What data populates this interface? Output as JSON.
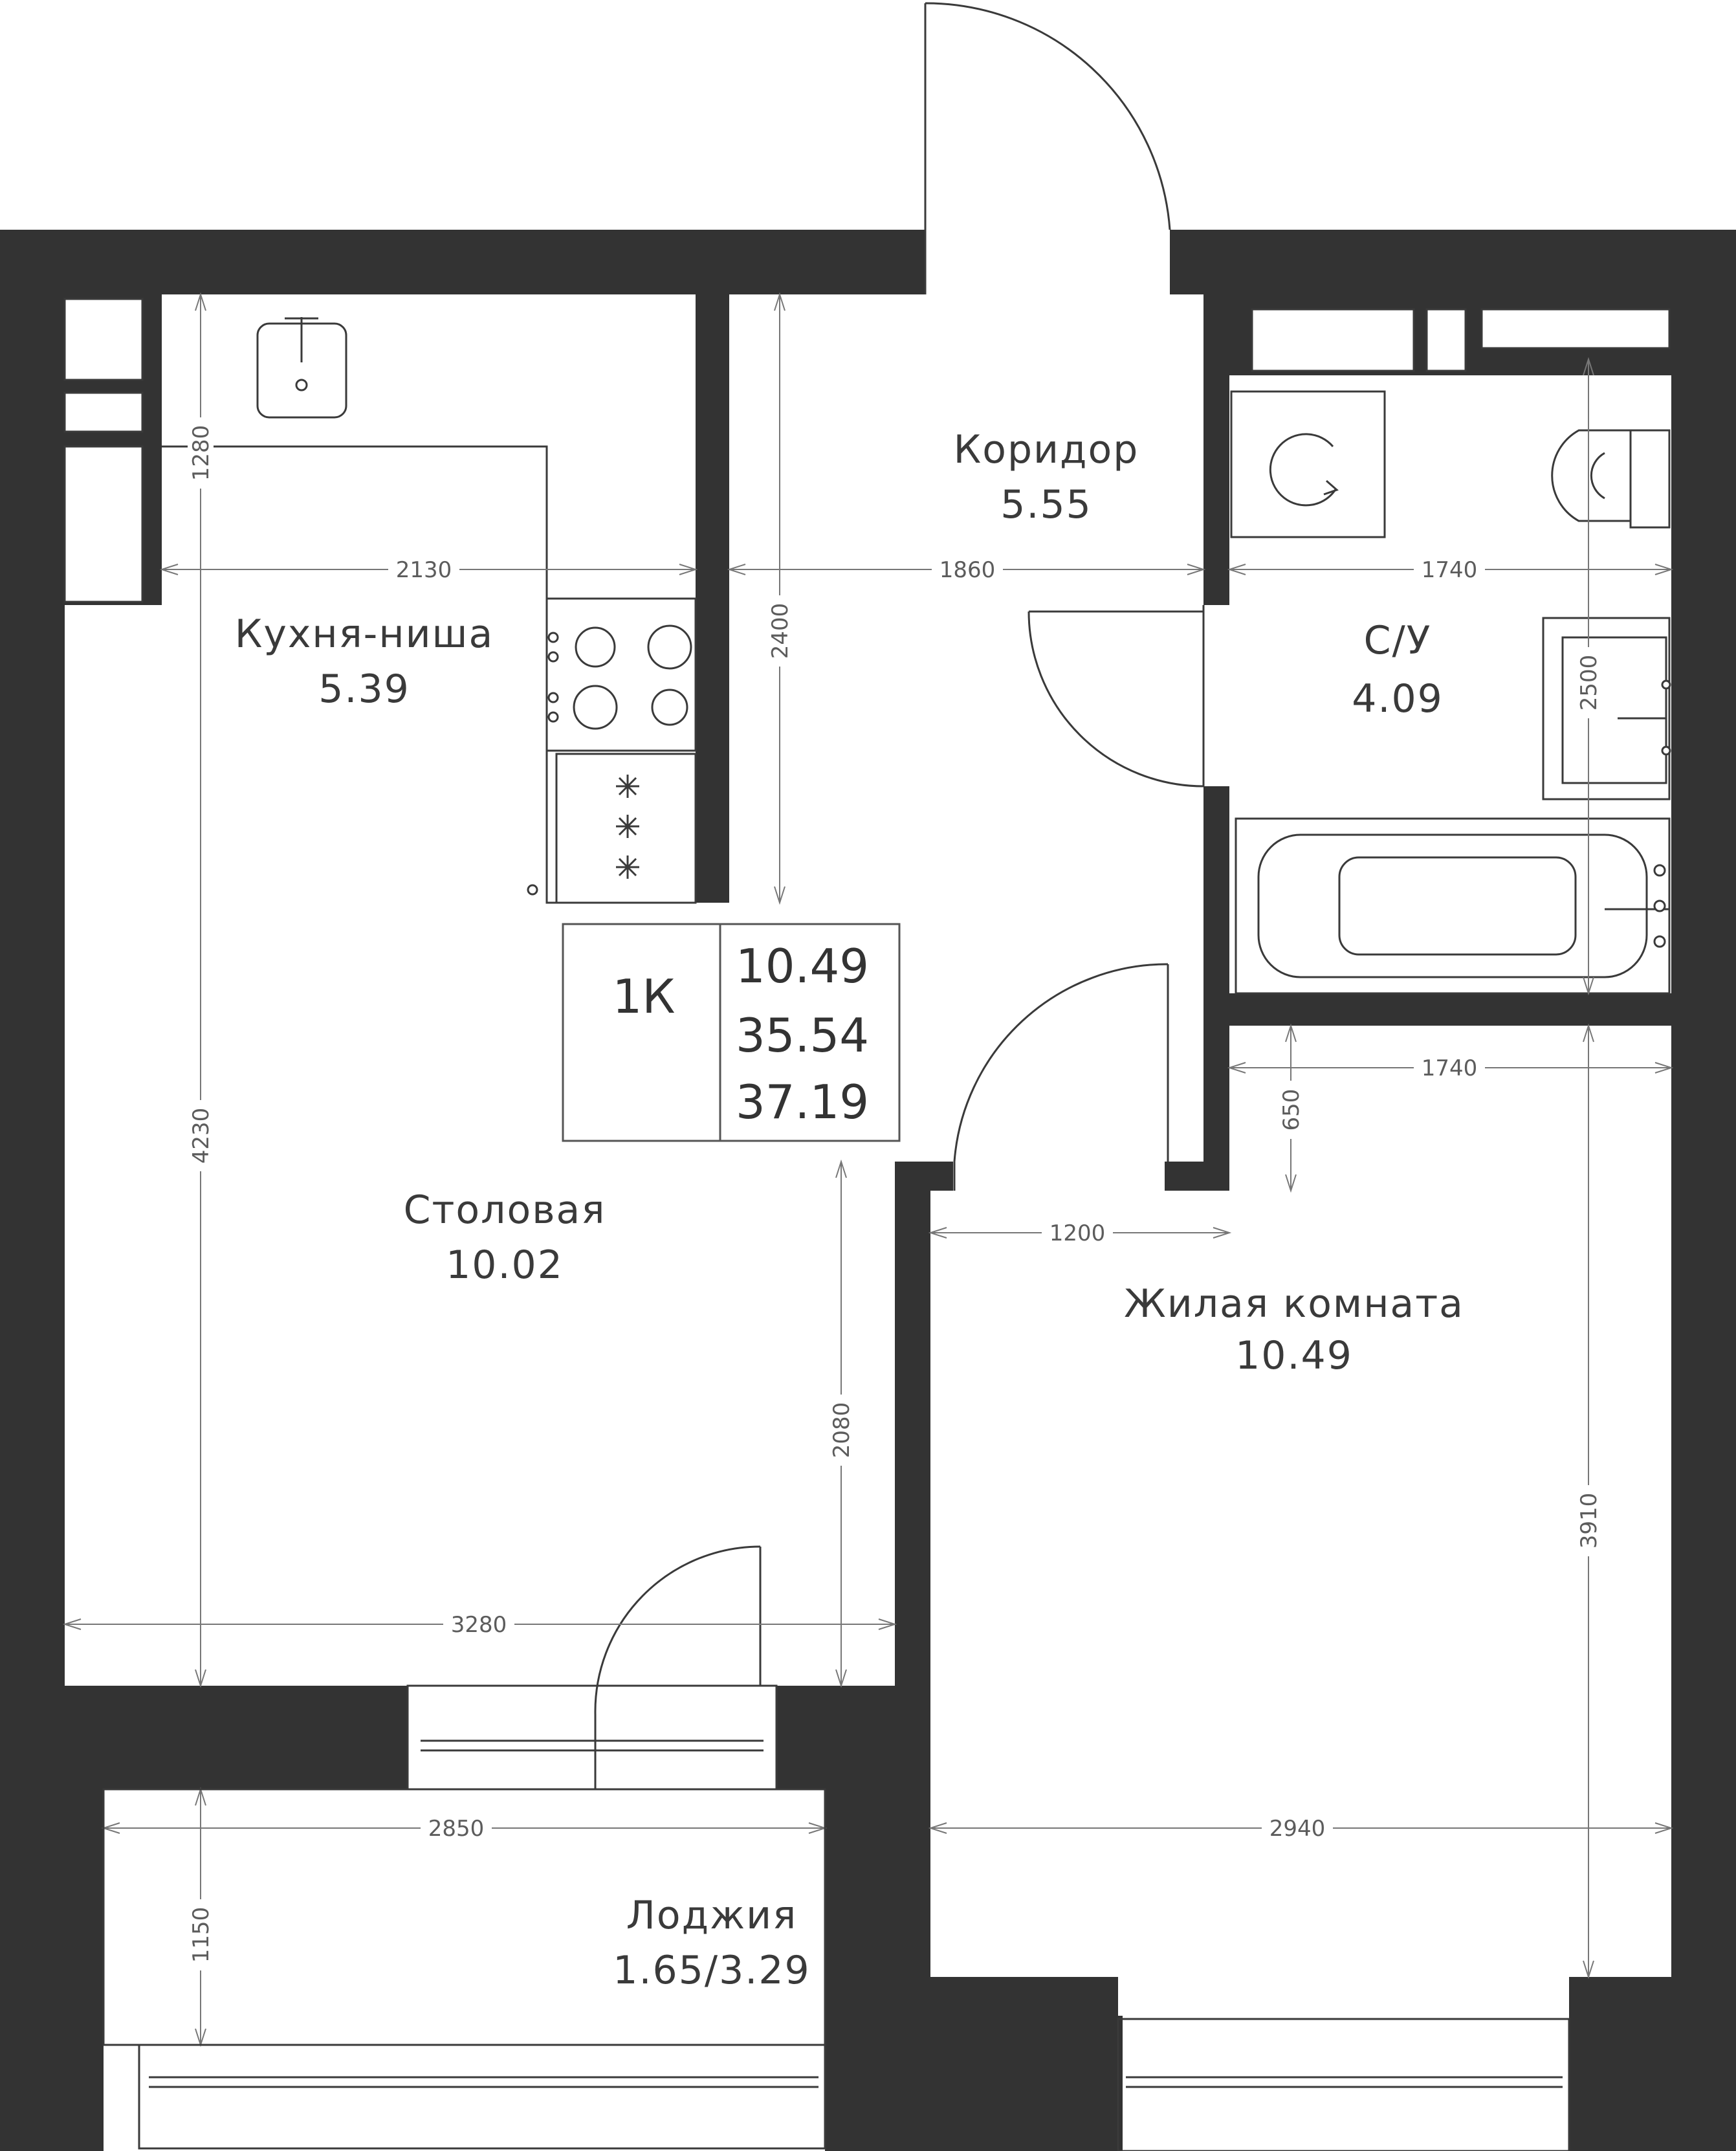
{
  "colors": {
    "wall": "#333333",
    "line": "#3a3a3a",
    "dimension": "#777777",
    "background": "#ffffff"
  },
  "rooms": {
    "corridor": {
      "name": "Коридор",
      "area": "5.55"
    },
    "bathroom": {
      "name": "С/У",
      "area": "4.09"
    },
    "kitchen": {
      "name": "Кухня-ниша",
      "area": "5.39"
    },
    "dining": {
      "name": "Столовая",
      "area": "10.02"
    },
    "living": {
      "name": "Жилая комната",
      "area": "10.49"
    },
    "loggia": {
      "name": "Лоджия",
      "area": "1.65/3.29"
    }
  },
  "info_box": {
    "type": "1К",
    "living_area": "10.49",
    "total_area": "35.54",
    "total_with_loggia": "37.19"
  },
  "dimensions": {
    "kitchen_width": "2130",
    "kitchen_depth": "1280",
    "corridor_width": "1860",
    "corridor_length": "2400",
    "bath_width_top": "1740",
    "bath_length": "2500",
    "living_width_top": "1740",
    "living_offset": "650",
    "door_opening": "1200",
    "dining_height": "4230",
    "dining_depth": "2080",
    "dining_width": "3280",
    "living_length": "3910",
    "loggia_width": "2850",
    "loggia_depth": "1150",
    "living_width": "2940"
  },
  "icons": [
    "sink-icon",
    "stove-icon",
    "fridge-icon",
    "washing-machine-icon",
    "toilet-icon",
    "washbasin-icon",
    "bathtub-icon"
  ]
}
